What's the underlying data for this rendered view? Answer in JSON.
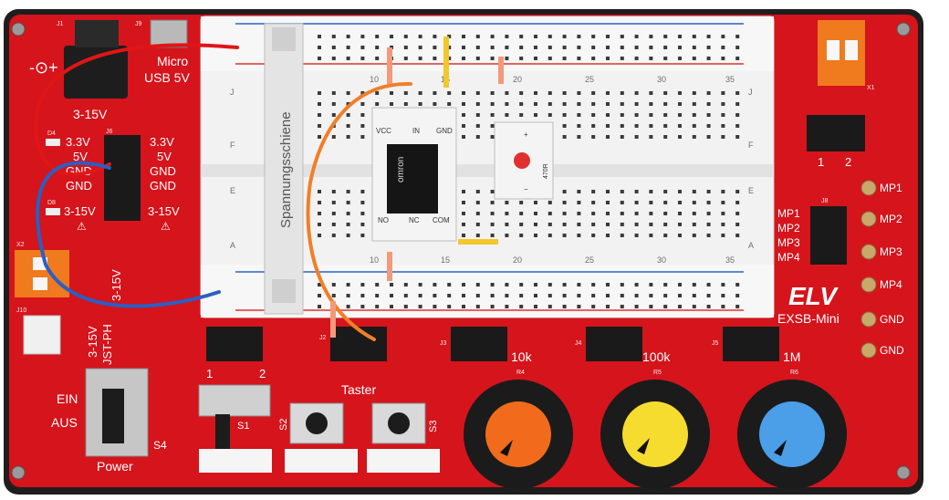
{
  "board": {
    "brand": "ELV",
    "model": "EXSB-Mini",
    "colors": {
      "pcb": "#d5141c",
      "frame": "#222222",
      "breadboard": "#f3f3f3"
    }
  },
  "labels": {
    "micro": "Micro",
    "usb": "USB 5V",
    "v3_15_top": "3-15V",
    "spannungsschiene": "Spannungsschiene",
    "rail_left": [
      "3.3V",
      "5V",
      "GND",
      "GND"
    ],
    "rail_right": [
      "3.3V",
      "5V",
      "GND",
      "GND"
    ],
    "rail_left_bottom": "3-15V",
    "rail_right_bottom": "3-15V",
    "terminal_side": "3-15V",
    "jst_v": "3-15V",
    "jst_name": "JST-PH",
    "switch_on": "EIN",
    "switch_off": "AUS",
    "s4": "S4",
    "power": "Power",
    "s1": "S1",
    "taster": "Taster",
    "s2": "S2",
    "s3": "S3",
    "pin1": "1",
    "pin2": "2",
    "pin1b": "1",
    "pin2b": "2",
    "pot1": "10k",
    "pot2": "100k",
    "pot3": "1M",
    "r4": "R4",
    "r5": "R5",
    "r6": "R6",
    "mp": [
      "MP1",
      "MP2",
      "MP3",
      "MP4"
    ],
    "mp_right": [
      "MP1",
      "MP2",
      "MP3",
      "MP4",
      "GND",
      "GND"
    ],
    "ref": {
      "j1": "J1",
      "j9": "J9",
      "j6": "J6",
      "d4": "D4",
      "d8": "D8",
      "x2": "X2",
      "j10": "J10",
      "j8": "J8",
      "j2": "J2",
      "j3": "J3",
      "j4": "J4",
      "j5": "J5",
      "x1": "X1"
    }
  },
  "breadboard": {
    "row_letters_top": [
      "J",
      "F"
    ],
    "row_letters_bottom": [
      "E",
      "A"
    ],
    "row_letters_right_top": [
      "J",
      "F"
    ],
    "row_letters_right_bottom": [
      "E",
      "A"
    ],
    "col_numbers": [
      "10",
      "15",
      "20",
      "25",
      "30",
      "35"
    ]
  },
  "relay_module": {
    "pins_top": [
      "VCC",
      "IN",
      "GND"
    ],
    "pins_bottom": [
      "NO",
      "NC",
      "COM"
    ],
    "chip_brand": "omron"
  },
  "led_module": {
    "plus": "+",
    "minus": "−",
    "resistor": "470R"
  }
}
